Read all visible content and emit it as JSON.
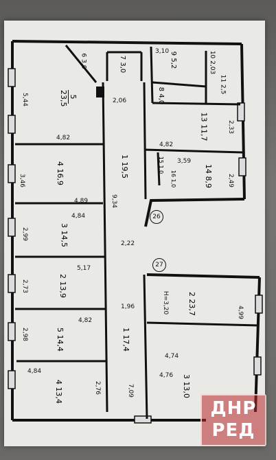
{
  "plan": {
    "rooms": [
      {
        "number": "5",
        "area": "23,5"
      },
      {
        "number": "6",
        "area": "3,0"
      },
      {
        "number": "7",
        "area": "3,0"
      },
      {
        "number": "9",
        "area": "5,2"
      },
      {
        "number": "10",
        "area": "2,03"
      },
      {
        "number": "11",
        "area": "2,5"
      },
      {
        "number": "8",
        "area": "4,0"
      },
      {
        "number": "4",
        "area": "16,9"
      },
      {
        "number": "1",
        "area": "19,5"
      },
      {
        "number": "13",
        "area": "11,7"
      },
      {
        "number": "14",
        "area": "8,9"
      },
      {
        "number": "15",
        "area": "1,0"
      },
      {
        "number": "16",
        "area": "1,0"
      },
      {
        "number": "3",
        "area": "14,5"
      },
      {
        "number": "2",
        "area": "13,9"
      },
      {
        "number": "5",
        "area": "14,4"
      },
      {
        "number": "4",
        "area": "13,4"
      },
      {
        "number": "1",
        "area": "17,4"
      },
      {
        "number": "2",
        "area": "23,7"
      },
      {
        "number": "3",
        "area": "13,0"
      }
    ],
    "dimensions": [
      "5,44",
      "3,10",
      "2,06",
      "4,82",
      "3,46",
      "4,89",
      "4,84",
      "2,99",
      "9,34",
      "2,22",
      "5,17",
      "2,73",
      "4,82",
      "2,98",
      "4,84",
      "2,76",
      "7,09",
      "1,96",
      "4,82",
      "2,33",
      "3,59",
      "2,49",
      "H=3,20",
      "4,99",
      "4,74",
      "4,76"
    ],
    "axis_marks": [
      "26",
      "27"
    ]
  },
  "watermark": {
    "line1": "ДНР",
    "line2": "РЕД"
  }
}
